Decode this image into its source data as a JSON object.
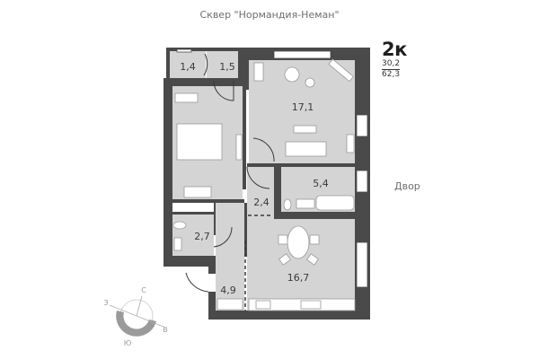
{
  "header": {
    "title": "Сквер \"Нормандия-Неман\""
  },
  "apartment": {
    "type": "2к",
    "living_area": "30,2",
    "total_area": "62,3"
  },
  "orientation": {
    "courtyard_label": "Двор",
    "compass": {
      "north": "С",
      "south": "Ю",
      "east": "В",
      "west": "З"
    }
  },
  "rooms": [
    {
      "id": "storage-1",
      "area": "1,4"
    },
    {
      "id": "storage-2",
      "area": "1,5"
    },
    {
      "id": "living-room",
      "area": "17,1"
    },
    {
      "id": "bedroom",
      "area": ""
    },
    {
      "id": "bathroom",
      "area": "5,4"
    },
    {
      "id": "corridor",
      "area": "2,4"
    },
    {
      "id": "wc",
      "area": "2,7"
    },
    {
      "id": "hallway",
      "area": "4,9"
    },
    {
      "id": "kitchen-living",
      "area": "16,7"
    }
  ],
  "colors": {
    "wall": "#4a4a4a",
    "floor": "#d4d4d4",
    "furniture": "#ffffff",
    "text": "#3a3a3a",
    "muted_text": "#6e6e6e"
  }
}
